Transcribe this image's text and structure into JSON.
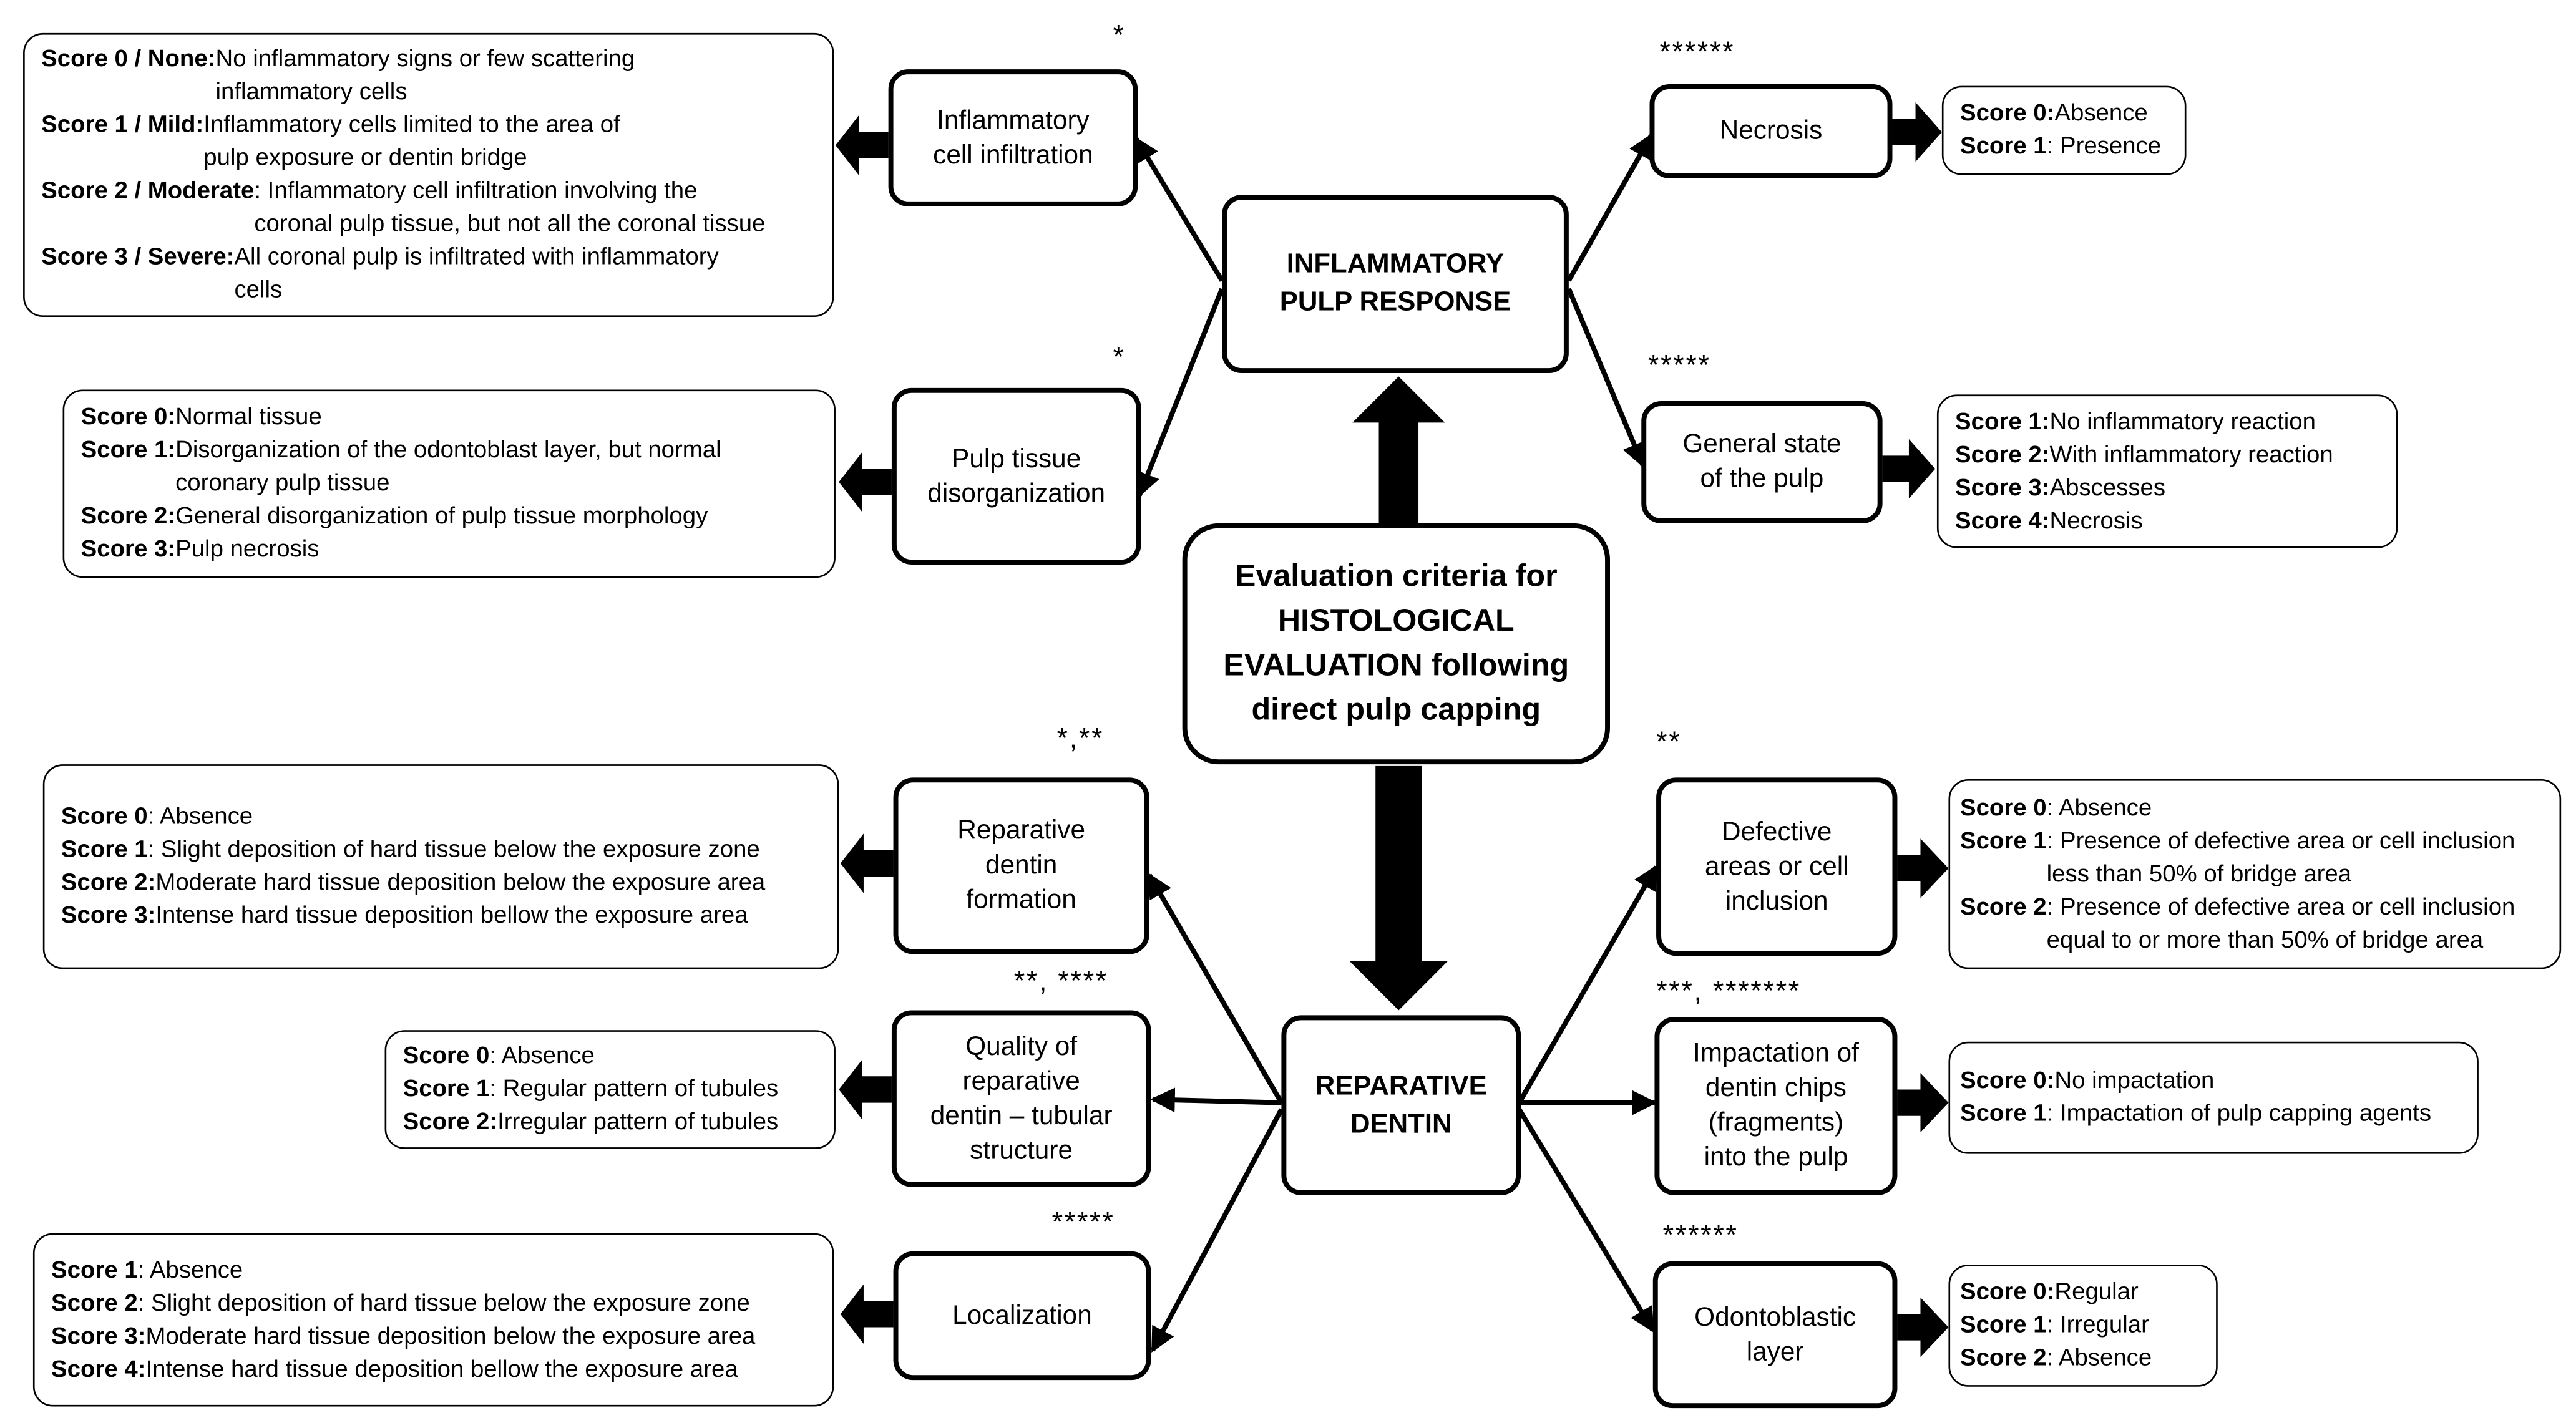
{
  "center": {
    "title": "Evaluation criteria for\nHISTOLOGICAL\nEVALUATION following\ndirect pulp capping"
  },
  "inflammatory": {
    "title": "INFLAMMATORY\nPULP RESPONSE",
    "cells": {
      "label": "Inflammatory\ncell infiltration",
      "stars": "*",
      "scores": [
        {
          "k": "Score 0 / None:",
          "v": " No inflammatory signs or few scattering\n inflammatory cells"
        },
        {
          "k": "Score 1 / Mild:",
          "v": "  Inflammatory cells limited to the area of\n pulp exposure or dentin bridge"
        },
        {
          "k": "Score 2 / Moderate",
          "v": ": Inflammatory cell infiltration involving the\n coronal pulp tissue, but not all the coronal tissue"
        },
        {
          "k": "Score 3 / Severe:",
          "v": " All coronal pulp is infiltrated with inflammatory\n cells"
        }
      ]
    },
    "disorg": {
      "label": "Pulp tissue\ndisorganization",
      "stars": "*",
      "scores": [
        {
          "k": "Score 0:",
          "v": " Normal tissue"
        },
        {
          "k": "Score 1:",
          "v": " Disorganization of the odontoblast layer, but normal\n coronary pulp tissue"
        },
        {
          "k": "Score 2:",
          "v": " General disorganization of pulp tissue morphology"
        },
        {
          "k": "Score 3:",
          "v": " Pulp necrosis"
        }
      ]
    },
    "necrosis": {
      "label": "Necrosis",
      "stars": "******",
      "scores": [
        {
          "k": "Score 0:",
          "v": " Absence"
        },
        {
          "k": "Score 1",
          "v": " : Presence"
        }
      ]
    },
    "general": {
      "label": "General state\nof the pulp",
      "stars": "*****",
      "scores": [
        {
          "k": "Score 1:",
          "v": " No inflammatory reaction"
        },
        {
          "k": "Score 2:",
          "v": " With inflammatory reaction"
        },
        {
          "k": "Score 3:",
          "v": " Abscesses"
        },
        {
          "k": "Score 4:",
          "v": " Necrosis"
        }
      ]
    }
  },
  "reparative": {
    "title": "REPARATIVE\nDENTIN",
    "formation": {
      "label": "Reparative\ndentin\nformation",
      "stars": "*,**",
      "scores": [
        {
          "k": "Score 0",
          "v": ": Absence"
        },
        {
          "k": "Score 1",
          "v": ": Slight deposition of hard tissue below the exposure zone"
        },
        {
          "k": "Score 2:",
          "v": "  Moderate hard tissue deposition below the exposure area",
          "wrap": true
        },
        {
          "k": "Score 3:",
          "v": " Intense hard tissue deposition bellow the exposure area"
        }
      ]
    },
    "quality": {
      "label": "Quality of\nreparative\ndentin – tubular\nstructure",
      "stars": "**, ****",
      "scores": [
        {
          "k": "Score 0",
          "v": ": Absence"
        },
        {
          "k": "Score 1",
          "v": ": Regular pattern of tubules"
        },
        {
          "k": "Score 2:",
          "v": " Irregular pattern of tubules"
        }
      ]
    },
    "localization": {
      "label": "Localization",
      "stars": "*****",
      "scores": [
        {
          "k": "Score 1",
          "v": ": Absence"
        },
        {
          "k": "Score 2",
          "v": ": Slight deposition of hard tissue below the exposure zone"
        },
        {
          "k": "Score 3:",
          "v": " Moderate hard tissue deposition below the exposure area"
        },
        {
          "k": "Score 4:",
          "v": " Intense hard tissue deposition bellow the exposure area"
        }
      ]
    },
    "defective": {
      "label": "Defective\nareas or cell\ninclusion",
      "stars": "**",
      "scores": [
        {
          "k": "Score 0",
          "v": ": Absence"
        },
        {
          "k": "Score 1",
          "v": ": Presence of defective area or cell inclusion\n less than 50% of bridge area"
        },
        {
          "k": "Score 2",
          "v": ": Presence of defective area or cell inclusion\n equal to or more than 50% of bridge area"
        }
      ]
    },
    "impaction": {
      "label": "Impactation of\ndentin chips\n(fragments)\ninto the pulp",
      "stars": "***, *******",
      "scores": [
        {
          "k": "Score 0:",
          "v": " No impactation"
        },
        {
          "k": "Score 1",
          "v": " : Impactation of pulp capping agents"
        }
      ]
    },
    "odonto": {
      "label": "Odontoblastic\nlayer",
      "stars": "******",
      "scores": [
        {
          "k": "Score 0:",
          "v": " Regular"
        },
        {
          "k": "Score 1",
          "v": " : Irregular"
        },
        {
          "k": "Score 2",
          "v": ": Absence"
        }
      ]
    }
  }
}
